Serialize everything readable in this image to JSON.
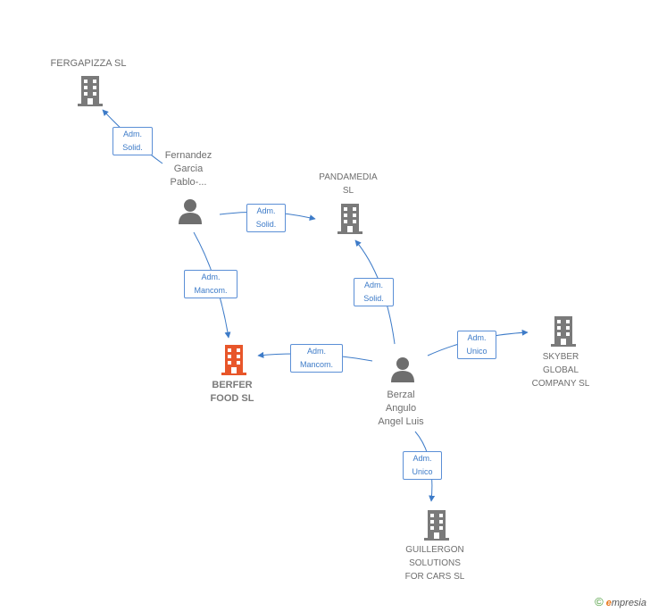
{
  "nodes": {
    "fergapizza": {
      "label": "FERGAPIZZA SL",
      "type": "company"
    },
    "fernandez": {
      "label": "Fernandez\nGarcia\nPablo-...",
      "type": "person"
    },
    "pandamedia": {
      "label": "PANDAMEDIA\nSL",
      "type": "company"
    },
    "berfer": {
      "label": "BERFER\nFOOD  SL",
      "type": "company-main"
    },
    "berzal": {
      "label": "Berzal\nAngulo\nAngel Luis",
      "type": "person"
    },
    "skyber": {
      "label": "SKYBER\nGLOBAL\nCOMPANY  SL",
      "type": "company"
    },
    "guillergon": {
      "label": "GUILLERGON\nSOLUTIONS\nFOR CARS SL",
      "type": "company"
    }
  },
  "edges": [
    {
      "from": "fernandez",
      "to": "fergapizza",
      "label": "Adm.\nSolid."
    },
    {
      "from": "fernandez",
      "to": "pandamedia",
      "label": "Adm.\nSolid."
    },
    {
      "from": "fernandez",
      "to": "berfer",
      "label": "Adm.\nMancom."
    },
    {
      "from": "berzal",
      "to": "pandamedia",
      "label": "Adm.\nSolid."
    },
    {
      "from": "berzal",
      "to": "berfer",
      "label": "Adm.\nMancom."
    },
    {
      "from": "berzal",
      "to": "skyber",
      "label": "Adm.\nUnico"
    },
    {
      "from": "berzal",
      "to": "guillergon",
      "label": "Adm.\nUnico"
    }
  ],
  "colors": {
    "edge": "#3d7bc8",
    "company": "#7a7a7a",
    "company_main": "#e8562a",
    "person": "#6e6e6e"
  },
  "footer": {
    "copyright": "©",
    "brand_first": "e",
    "brand_rest": "mpresia"
  }
}
